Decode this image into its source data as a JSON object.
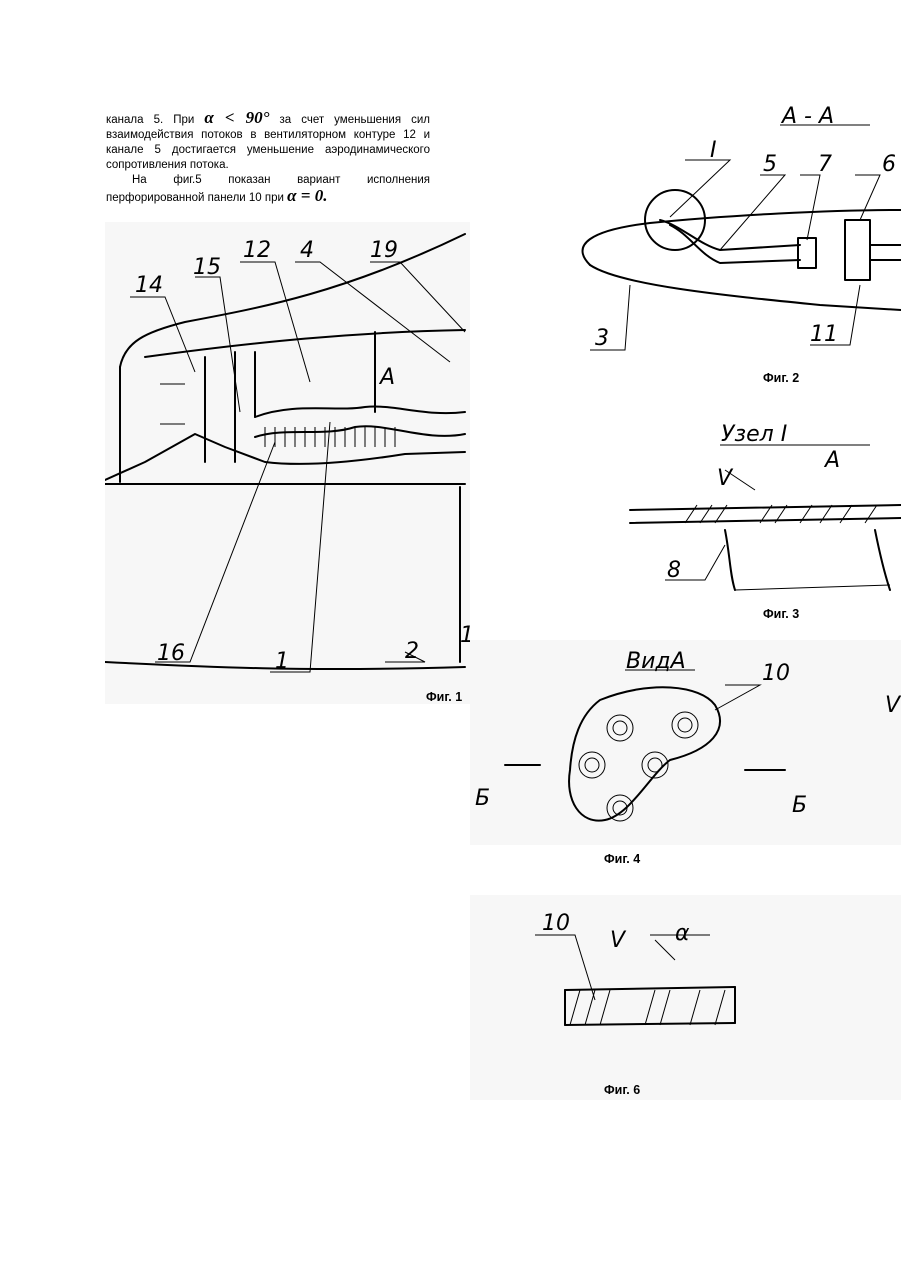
{
  "text": {
    "line1_before": "канала 5. При ",
    "alpha1": "α <  90°",
    "line1_after": " за счет уменьшения сил взаимодействия потоков в вентиляторном контуре 12 и канале 5 достигается уменьшение аэродинамического сопротивления потока.",
    "para2_before": "На фиг.5 показан вариант исполнения перфорированной панели 10 при ",
    "alpha2": "α = 0."
  },
  "fig1": {
    "caption": "Фиг. 1",
    "labels": {
      "l12": "12",
      "l4": "4",
      "l19": "19",
      "l15": "15",
      "l14": "14",
      "lA": "A",
      "l16": "16",
      "l1": "1",
      "l2": "2",
      "l1b": "1"
    }
  },
  "fig2": {
    "caption": "Фиг. 2",
    "labels": {
      "section": "A - A",
      "lI": "I",
      "l5": "5",
      "l7": "7",
      "l6": "6",
      "l3": "3",
      "l11": "11"
    }
  },
  "fig3": {
    "caption": "Фиг. 3",
    "labels": {
      "title": "Узел I",
      "lV": "V",
      "lA": "A",
      "l8": "8"
    }
  },
  "fig4": {
    "caption": "Фиг. 4",
    "labels": {
      "title": "ВидA",
      "l10": "10",
      "lB1": "Б",
      "lB2": "Б",
      "lV": "V"
    }
  },
  "fig6": {
    "caption": "Фиг. 6",
    "labels": {
      "l10": "10",
      "lV": "V",
      "lalpha": "α"
    }
  }
}
